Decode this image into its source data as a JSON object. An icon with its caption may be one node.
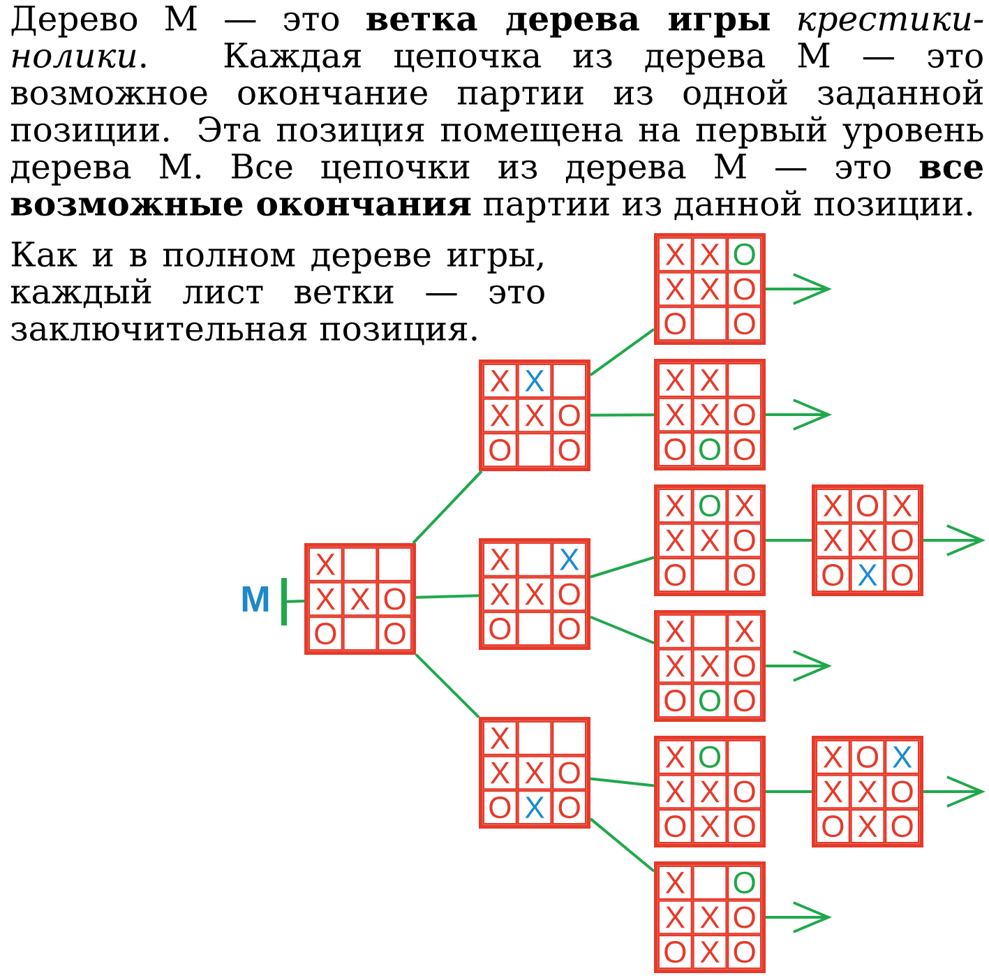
{
  "diagram": {
    "nodes": [
      {
        "text": [],
        "shape": "bar",
        "beside": [
          "М"
        ]
      },
      {
        "text": [],
        "shape": "box"
      },
      {
        "text": [
          "X"
        ],
        "in": 1
      },
      {
        "text": [],
        "shape": "box",
        "in": 1
      },
      {
        "text": [],
        "shape": "box",
        "in": 1
      },
      {
        "text": [
          "X"
        ],
        "in": 1
      },
      {
        "text": [
          "X"
        ],
        "in": 1
      },
      {
        "text": [
          "O"
        ],
        "in": 1
      },
      {
        "text": [
          "O"
        ],
        "in": 1
      },
      {
        "text": [],
        "shape": "box",
        "in": 1
      },
      {
        "text": [
          "O"
        ],
        "in": 1
      },
      {
        "text": [],
        "shape": "box"
      },
      {
        "text": [
          "X"
        ],
        "in": 11
      },
      {
        "text": [
          "X"
        ],
        "in": 11
      },
      {
        "text": [],
        "shape": "box",
        "in": 11
      },
      {
        "text": [
          "X"
        ],
        "in": 11
      },
      {
        "text": [
          "X"
        ],
        "in": 11
      },
      {
        "text": [
          "O"
        ],
        "in": 11
      },
      {
        "text": [
          "O"
        ],
        "in": 11
      },
      {
        "text": [],
        "shape": "box",
        "in": 11
      },
      {
        "text": [
          "O"
        ],
        "in": 11
      },
      {
        "text": [],
        "shape": "box"
      },
      {
        "text": [
          "X"
        ],
        "in": 21
      },
      {
        "text": [],
        "shape": "box",
        "in": 21
      },
      {
        "text": [
          "X"
        ],
        "in": 21
      },
      {
        "text": [
          "X"
        ],
        "in": 21
      },
      {
        "text": [
          "X"
        ],
        "in": 21
      },
      {
        "text": [
          "O"
        ],
        "in": 21
      },
      {
        "text": [
          "O"
        ],
        "in": 21
      },
      {
        "text": [],
        "shape": "box",
        "in": 21
      },
      {
        "text": [
          "O"
        ],
        "in": 21
      },
      {
        "text": [],
        "shape": "box"
      },
      {
        "text": [
          "X"
        ],
        "in": 31
      },
      {
        "text": [],
        "shape": "box",
        "in": 31
      },
      {
        "text": [],
        "shape": "box",
        "in": 31
      },
      {
        "text": [
          "X"
        ],
        "in": 31
      },
      {
        "text": [
          "X"
        ],
        "in": 31
      },
      {
        "text": [
          "O"
        ],
        "in": 31
      },
      {
        "text": [
          "O"
        ],
        "in": 31
      },
      {
        "text": [
          "X"
        ],
        "in": 31
      },
      {
        "text": [
          "O"
        ],
        "in": 31
      },
      {
        "text": [],
        "shape": "box"
      },
      {
        "text": [
          "X"
        ],
        "in": 41
      },
      {
        "text": [
          "X"
        ],
        "in": 41
      },
      {
        "text": [
          "O"
        ],
        "in": 41
      },
      {
        "text": [
          "X"
        ],
        "in": 41
      },
      {
        "text": [
          "X"
        ],
        "in": 41
      },
      {
        "text": [
          "O"
        ],
        "in": 41
      },
      {
        "text": [
          "O"
        ],
        "in": 41
      },
      {
        "text": [],
        "shape": "box",
        "in": 41
      },
      {
        "text": [
          "O"
        ],
        "in": 41
      },
      {
        "text": [],
        "shape": "box"
      },
      {
        "text": [
          "X"
        ],
        "in": 51
      },
      {
        "text": [
          "X"
        ],
        "in": 51
      },
      {
        "text": [],
        "shape": "box",
        "in": 51
      },
      {
        "text": [
          "X"
        ],
        "in": 51
      },
      {
        "text": [
          "X"
        ],
        "in": 51
      },
      {
        "text": [
          "O"
        ],
        "in": 51
      },
      {
        "text": [
          "O"
        ],
        "in": 51
      },
      {
        "text": [
          "O"
        ],
        "in": 51
      },
      {
        "text": [
          "O"
        ],
        "in": 51
      },
      {
        "text": [],
        "shape": "box"
      },
      {
        "text": [
          "X"
        ],
        "in": 61
      },
      {
        "text": [
          "O"
        ],
        "in": 61
      },
      {
        "text": [
          "X"
        ],
        "in": 61
      },
      {
        "text": [
          "X"
        ],
        "in": 61
      },
      {
        "text": [
          "X"
        ],
        "in": 61
      },
      {
        "text": [
          "O"
        ],
        "in": 61
      },
      {
        "text": [
          "O"
        ],
        "in": 61
      },
      {
        "text": [],
        "shape": "box",
        "in": 61
      },
      {
        "text": [
          "O"
        ],
        "in": 61
      },
      {
        "text": [],
        "shape": "box"
      },
      {
        "text": [
          "X"
        ],
        "in": 71
      },
      {
        "text": [],
        "shape": "box",
        "in": 71
      },
      {
        "text": [
          "X"
        ],
        "in": 71
      },
      {
        "text": [
          "X"
        ],
        "in": 71
      },
      {
        "text": [
          "X"
        ],
        "in": 71
      },
      {
        "text": [
          "O"
        ],
        "in": 71
      },
      {
        "text": [
          "O"
        ],
        "in": 71
      },
      {
        "text": [
          "O"
        ],
        "in": 71
      },
      {
        "text": [
          "O"
        ],
        "in": 71
      },
      {
        "text": [],
        "shape": "box"
      },
      {
        "text": [
          "X"
        ],
        "in": 81
      },
      {
        "text": [
          "O"
        ],
        "in": 81
      },
      {
        "text": [],
        "shape": "box",
        "in": 81
      },
      {
        "text": [
          "X"
        ],
        "in": 81
      },
      {
        "text": [
          "X"
        ],
        "in": 81
      },
      {
        "text": [
          "O"
        ],
        "in": 81
      },
      {
        "text": [
          "O"
        ],
        "in": 81
      },
      {
        "text": [
          "X"
        ],
        "in": 81
      },
      {
        "text": [
          "O"
        ],
        "in": 81
      },
      {
        "text": [],
        "shape": "box"
      },
      {
        "text": [
          "X"
        ],
        "in": 91
      },
      {
        "text": [],
        "shape": "box",
        "in": 91
      },
      {
        "text": [
          "O"
        ],
        "in": 91
      },
      {
        "text": [
          "X"
        ],
        "in": 91
      },
      {
        "text": [
          "X"
        ],
        "in": 91
      },
      {
        "text": [
          "O"
        ],
        "in": 91
      },
      {
        "text": [
          "O"
        ],
        "in": 91
      },
      {
        "text": [
          "X"
        ],
        "in": 91
      },
      {
        "text": [
          "O"
        ],
        "in": 91
      },
      {
        "text": [],
        "shape": "box"
      },
      {
        "text": [
          "X"
        ],
        "in": 101
      },
      {
        "text": [
          "O"
        ],
        "in": 101
      },
      {
        "text": [
          "X"
        ],
        "in": 101
      },
      {
        "text": [
          "X"
        ],
        "in": 101
      },
      {
        "text": [
          "X"
        ],
        "in": 101
      },
      {
        "text": [
          "O"
        ],
        "in": 101
      },
      {
        "text": [
          "O"
        ],
        "in": 101
      },
      {
        "text": [
          "X"
        ],
        "in": 101
      },
      {
        "text": [
          "O"
        ],
        "in": 101
      },
      {
        "text": [],
        "shape": "box"
      },
      {
        "text": [
          "X"
        ],
        "in": 111
      },
      {
        "text": [
          "O"
        ],
        "in": 111
      },
      {
        "text": [
          "X"
        ],
        "in": 111
      },
      {
        "text": [
          "X"
        ],
        "in": 111
      },
      {
        "text": [
          "X"
        ],
        "in": 111
      },
      {
        "text": [
          "O"
        ],
        "in": 111
      },
      {
        "text": [
          "O"
        ],
        "in": 111
      },
      {
        "text": [
          "X"
        ],
        "in": 111
      },
      {
        "text": [
          "O"
        ],
        "in": 111
      }
    ],
    "edges": [
      {
        "from": 0,
        "to": 1,
        "arrow": "none"
      },
      {
        "from": 1,
        "to": 11,
        "arrow": "none"
      },
      {
        "from": 1,
        "to": 21,
        "arrow": "none"
      },
      {
        "from": 1,
        "to": 31,
        "arrow": "none"
      },
      {
        "from": 11,
        "to": 41,
        "arrow": "none"
      },
      {
        "from": 11,
        "to": 51,
        "arrow": "none"
      },
      {
        "from": 21,
        "to": 61,
        "arrow": "none"
      },
      {
        "from": 21,
        "to": 71,
        "arrow": "none"
      },
      {
        "from": 31,
        "to": 81,
        "arrow": "none"
      },
      {
        "from": 31,
        "to": 91,
        "arrow": "none"
      },
      {
        "from": 61,
        "to": 101,
        "arrow": "none"
      },
      {
        "from": 81,
        "to": 111,
        "arrow": "none"
      },
      {
        "from": 41,
        "to": null,
        "arrow": "to"
      },
      {
        "from": 51,
        "to": null,
        "arrow": "to"
      },
      {
        "from": 71,
        "to": null,
        "arrow": "to"
      },
      {
        "from": 91,
        "to": null,
        "arrow": "to"
      },
      {
        "from": 101,
        "to": null,
        "arrow": "to"
      },
      {
        "from": 111,
        "to": null,
        "arrow": "to"
      }
    ],
    "labels": [
      "Дерево М — это **ветка дерева игры** *крестики-нолики*. Каждая цепочка из дерева М — это возможное окончание партии из одной заданной позиции. Эта позиция помещена на первый уровень дерева М. Все цепочки из дерева М — это **все возможные окончания** партии из данной позиции.",
      "Как и в полном дереве игры, каждый лист ветки — это заключительная позиция."
    ]
  }
}
